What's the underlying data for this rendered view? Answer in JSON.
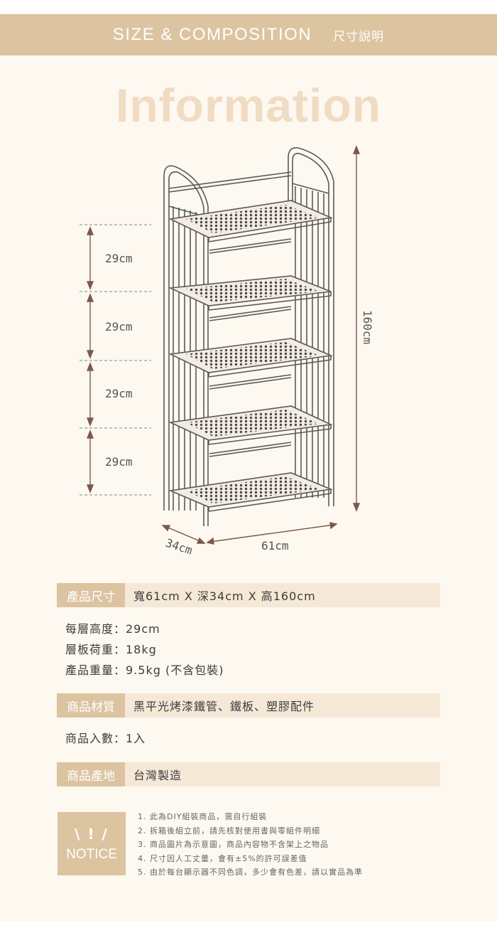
{
  "header": {
    "title_en": "SIZE & COMPOSITION",
    "title_zh": "尺寸說明"
  },
  "hero_title": "Information",
  "dimensions": {
    "tiers": [
      "29cm",
      "29cm",
      "29cm",
      "29cm"
    ],
    "height": "160cm",
    "depth": "34cm",
    "width": "61cm"
  },
  "specs": {
    "size": {
      "key": "產品尺寸",
      "value": "寬61cm  X  深34cm  X  高160cm"
    },
    "layer_height": "每層高度：29cm",
    "shelf_load": "層板荷重：18kg",
    "weight": "產品重量：9.5kg (不含包裝)",
    "material": {
      "key": "商品材質",
      "value": "黑平光烤漆鐵管、鐵板、塑膠配件"
    },
    "quantity": "商品入數：1入",
    "origin": {
      "key": "商品產地",
      "value": "台灣製造"
    }
  },
  "notice": {
    "mark": "\\ ! /",
    "label": "NOTICE",
    "items": [
      "1. 此為DIY組裝商品，需自行組裝",
      "2. 拆箱後組立前，請先核對使用書與零組件明細",
      "3. 商品圖片為示意圖，商品內容物不含架上之物品",
      "4. 尺寸因人工丈量，會有±5%的許可誤差值",
      "5. 由於每台顯示器不同色調，多少會有色差，請以實品為準"
    ]
  },
  "colors": {
    "accent": "#dcc4a1",
    "accent_light": "#f6e8d7",
    "background": "#fdf8f0",
    "arrow": "#7a5a4a"
  }
}
